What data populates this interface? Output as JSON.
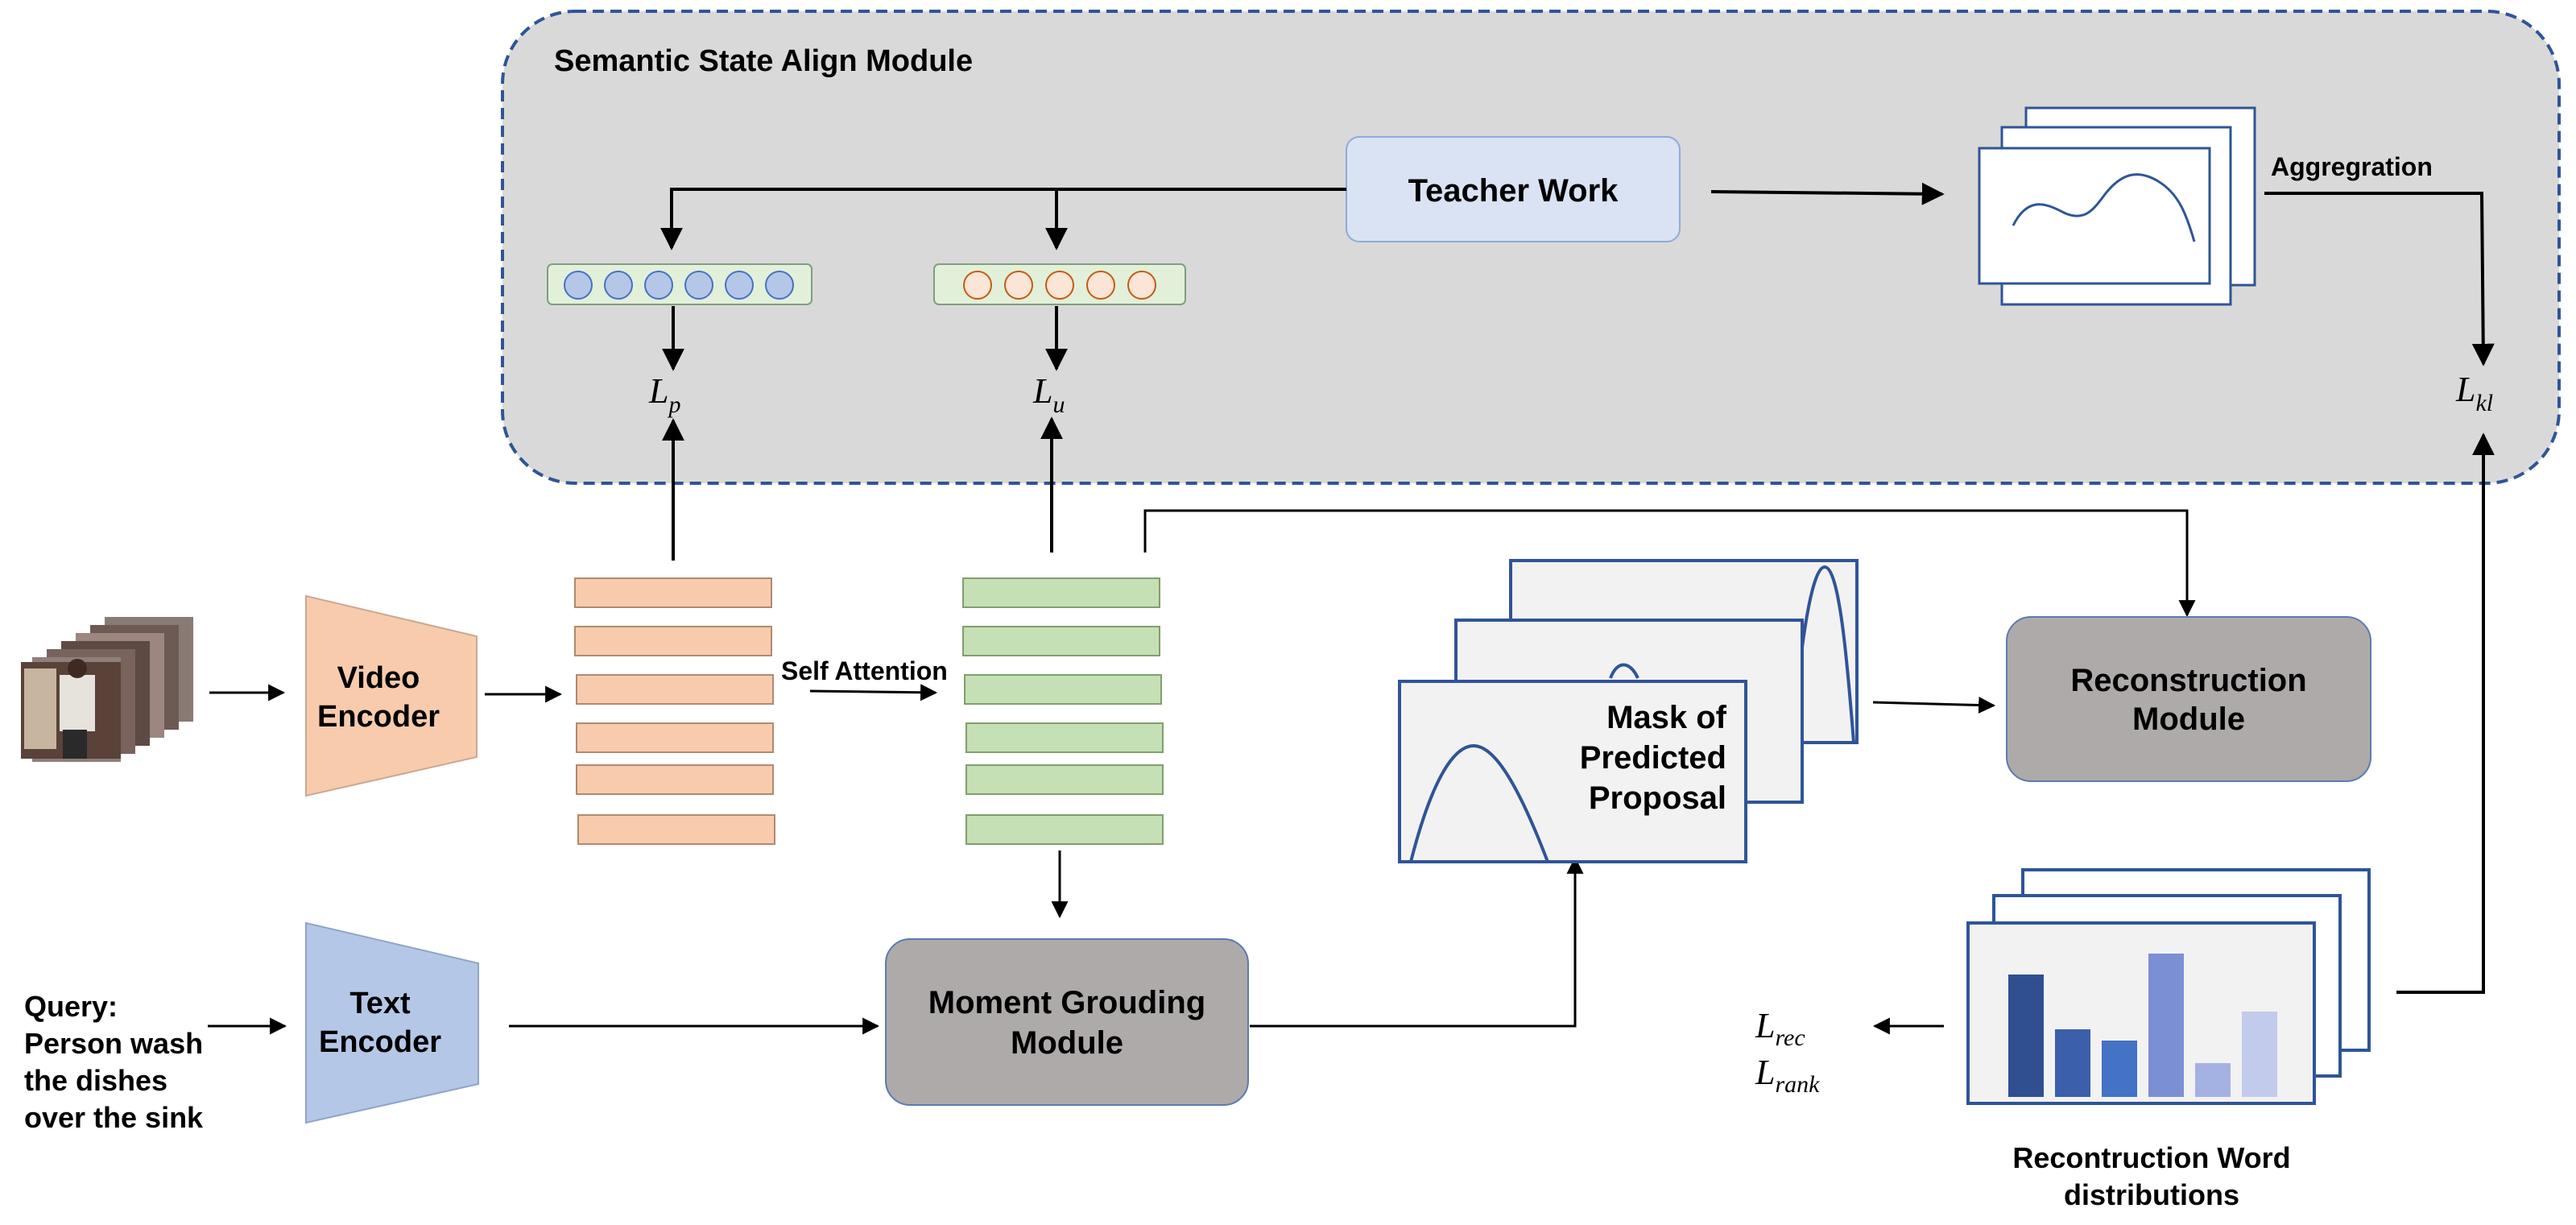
{
  "module_title": "Semantic State Align Module",
  "teacher_work": "Teacher Work",
  "aggregation": "Aggregration",
  "loss_p": {
    "base": "L",
    "sub": "p"
  },
  "loss_u": {
    "base": "L",
    "sub": "u"
  },
  "loss_kl": {
    "base": "L",
    "sub": "kl"
  },
  "loss_rec": {
    "base": "L",
    "sub": "rec"
  },
  "loss_rank": {
    "base": "L",
    "sub": "rank"
  },
  "video_encoder": {
    "line1": "Video",
    "line2": "Encoder"
  },
  "text_encoder": {
    "line1": "Text",
    "line2": "Encoder"
  },
  "self_attention": "Self Attention",
  "query": {
    "line1": "Query:",
    "line2": "Person wash",
    "line3": "the dishes",
    "line4": "over the sink"
  },
  "moment_grounding": {
    "line1": "Moment Grouding",
    "line2": "Module"
  },
  "reconstruction": {
    "line1": "Reconstruction",
    "line2": "Module"
  },
  "mask_proposal": {
    "line1": "Mask of",
    "line2": "Predicted",
    "line3": "Proposal"
  },
  "word_dist": {
    "line1": "Recontruction Word",
    "line2": "distributions"
  },
  "colors": {
    "module_bg": "#d9d9d9",
    "module_border": "#2f5597",
    "teacher_fill": "#dae3f3",
    "orange": "#f8cbad",
    "green": "#c5e0b4",
    "blue_encoder": "#b4c7e7",
    "gray_module": "#aeaaaa",
    "panel_border": "#2f5597",
    "panel_fill": "#f2f2f2"
  }
}
